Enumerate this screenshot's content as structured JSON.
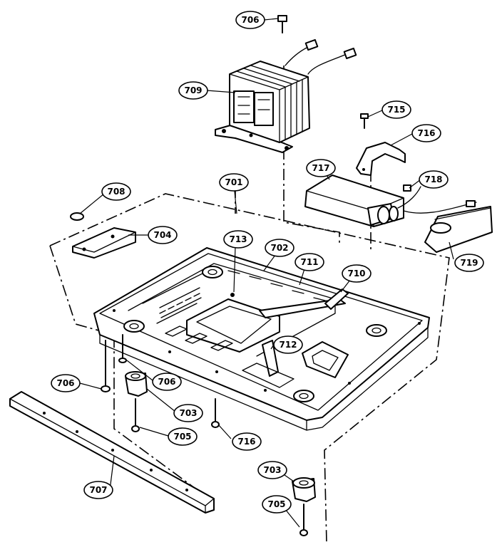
{
  "callouts": [
    {
      "id": "706a",
      "label": "706"
    },
    {
      "id": "709",
      "label": "709"
    },
    {
      "id": "715",
      "label": "715"
    },
    {
      "id": "716a",
      "label": "716"
    },
    {
      "id": "717",
      "label": "717"
    },
    {
      "id": "718",
      "label": "718"
    },
    {
      "id": "708",
      "label": "708"
    },
    {
      "id": "701",
      "label": "701"
    },
    {
      "id": "704",
      "label": "704"
    },
    {
      "id": "713",
      "label": "713"
    },
    {
      "id": "702",
      "label": "702"
    },
    {
      "id": "711",
      "label": "711"
    },
    {
      "id": "710",
      "label": "710"
    },
    {
      "id": "719",
      "label": "719"
    },
    {
      "id": "712",
      "label": "712"
    },
    {
      "id": "706b",
      "label": "706"
    },
    {
      "id": "706c",
      "label": "706"
    },
    {
      "id": "703a",
      "label": "703"
    },
    {
      "id": "705a",
      "label": "705"
    },
    {
      "id": "716b",
      "label": "716"
    },
    {
      "id": "707",
      "label": "707"
    },
    {
      "id": "703b",
      "label": "703"
    },
    {
      "id": "705b",
      "label": "705"
    }
  ]
}
